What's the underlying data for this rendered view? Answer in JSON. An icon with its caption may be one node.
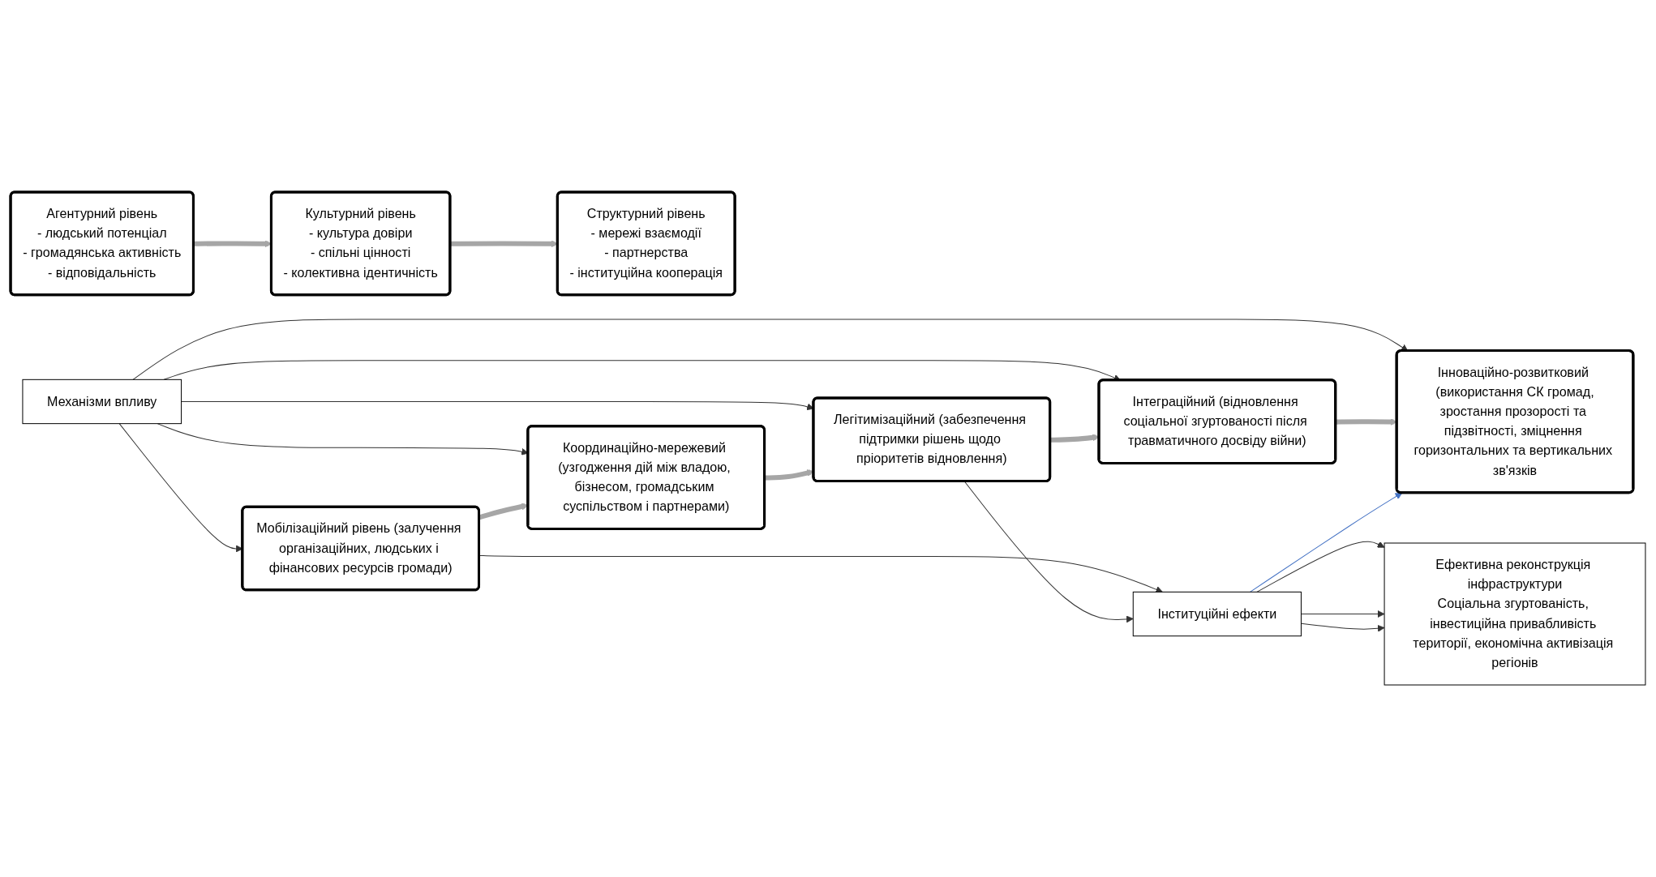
{
  "diagram": {
    "nodes": [
      {
        "text": [
          "Агентурний рівень",
          "- людський потенціал",
          "- громадянська активність",
          "- відповідальність"
        ]
      },
      {
        "text": [
          "Культурний рівень",
          "- культура довіри",
          "- спільні цінності",
          "- колективна ідентичність"
        ]
      },
      {
        "text": [
          "Структурний рівень",
          "- мережі взаємодії",
          "- партнерства",
          "- інституційна кооперація"
        ]
      },
      {
        "text": [
          "Механізми впливу"
        ]
      },
      {
        "text": [
          "Мобілізаційний рівень (залучення організаційних, людських і фінансових ресурсів громади)"
        ]
      },
      {
        "text": [
          "Координаційно-мережевий (узгодження дій між владою, бізнесом, громадським суспільством і партнерами)"
        ]
      },
      {
        "text": [
          "Легітимізаційний (забезпечення підтримки рішень щодо пріоритетів відновлення)"
        ]
      },
      {
        "text": [
          "Інтеграційний (відновлення соціальної згуртованості після травматичного досвіду війни)"
        ]
      },
      {
        "text": [
          "Інноваційно-розвитковий (використання СК громад,",
          "зростання прозорості та підзвітності, зміцнення горизонтальних та вертикальних зв'язків"
        ]
      },
      {
        "text": [
          "Інституційні ефекти"
        ]
      },
      {
        "text": [
          "Ефективна реконструкція інфраструктури",
          "Соціальна згуртованість, інвестиційна привабливість території, економічна активізація регіонів"
        ]
      }
    ],
    "edges": [
      {
        "from": 0,
        "to": 1,
        "arrow": "to",
        "style": "thick",
        "color": "#a6a6a6"
      },
      {
        "from": 1,
        "to": 2,
        "arrow": "to",
        "style": "thick",
        "color": "#a6a6a6"
      },
      {
        "from": 3,
        "to": 4,
        "arrow": "to"
      },
      {
        "from": 3,
        "to": 5,
        "arrow": "to"
      },
      {
        "from": 3,
        "to": 6,
        "arrow": "to"
      },
      {
        "from": 3,
        "to": 7,
        "arrow": "to"
      },
      {
        "from": 3,
        "to": 8,
        "arrow": "to"
      },
      {
        "from": 4,
        "to": 5,
        "arrow": "to",
        "style": "thick",
        "color": "#a6a6a6"
      },
      {
        "from": 5,
        "to": 6,
        "arrow": "to",
        "style": "thick",
        "color": "#a6a6a6"
      },
      {
        "from": 6,
        "to": 7,
        "arrow": "to",
        "style": "thick",
        "color": "#a6a6a6"
      },
      {
        "from": 7,
        "to": 8,
        "arrow": "to",
        "style": "thick",
        "color": "#a6a6a6"
      },
      {
        "from": 4,
        "to": 9,
        "arrow": "to"
      },
      {
        "from": 6,
        "to": 9,
        "arrow": "to"
      },
      {
        "from": 9,
        "to": 8,
        "arrow": "to",
        "color": "#4472c4"
      },
      {
        "from": 9,
        "to": 10,
        "arrow": "to"
      },
      {
        "from": 9,
        "to": 10,
        "arrow": "to"
      },
      {
        "from": 9,
        "to": 10,
        "arrow": "to"
      }
    ]
  }
}
